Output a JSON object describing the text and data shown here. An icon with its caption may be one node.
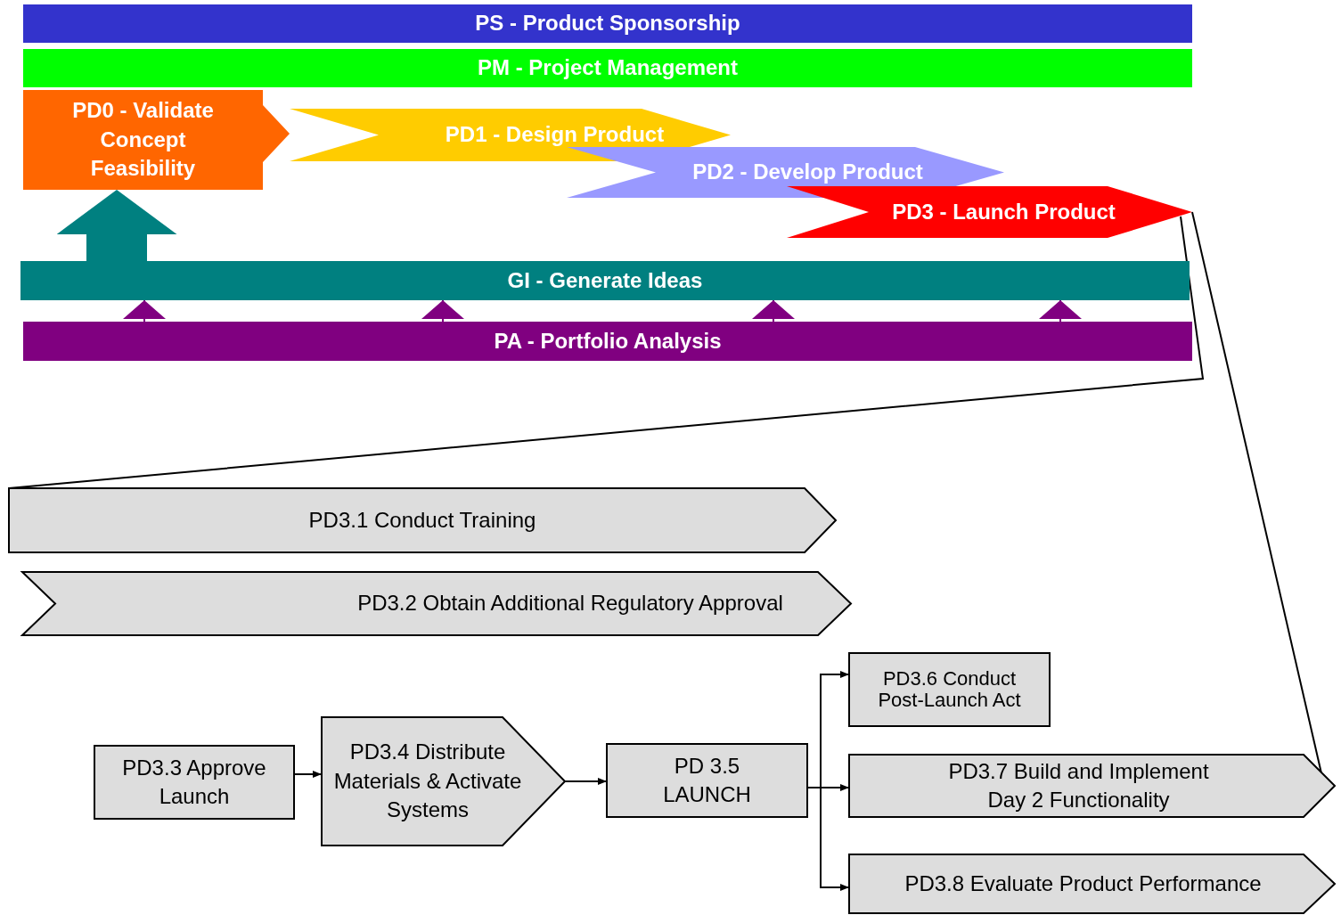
{
  "diagram": {
    "nodes": [
      {
        "text": [
          "PS - Product Sponsorship"
        ]
      },
      {
        "text": [
          "PM - Project Management"
        ]
      },
      {
        "text": [
          "PD0 - Validate Concept Feasibility"
        ]
      },
      {
        "text": [
          "PD1 - Design Product"
        ]
      },
      {
        "text": [
          "PD2 - Develop Product"
        ]
      },
      {
        "text": [
          "PD3 - Launch Product"
        ]
      },
      {
        "text": [
          "GI - Generate Ideas"
        ]
      },
      {
        "text": [
          "PA - Portfolio Analysis"
        ]
      },
      {
        "text": [
          "PD3.1 Conduct Training"
        ]
      },
      {
        "text": [
          "PD3.2 Obtain Additional Regulatory Approval"
        ]
      },
      {
        "text": [
          "PD3.3 Approve Launch"
        ]
      },
      {
        "text": [
          "PD3.4 Distribute Materials & Activate Systems"
        ]
      },
      {
        "text": [
          "PD 3.5 LAUNCH"
        ]
      },
      {
        "text": [
          "PD3.6 Conduct Post-Launch Act"
        ]
      },
      {
        "text": [
          "PD3.7 Build and Implement Day 2 Functionality"
        ]
      },
      {
        "text": [
          "PD3.8 Evaluate Product Performance"
        ]
      }
    ],
    "edges": [
      {
        "from": 6,
        "to": 2,
        "arrow": "to",
        "style": "thick",
        "color": "#008080"
      },
      {
        "from": 7,
        "to": 6,
        "arrow": "to",
        "color": "#800080"
      },
      {
        "from": 7,
        "to": 6,
        "arrow": "to",
        "color": "#800080"
      },
      {
        "from": 7,
        "to": 6,
        "arrow": "to",
        "color": "#800080"
      },
      {
        "from": 7,
        "to": 6,
        "arrow": "to",
        "color": "#800080"
      },
      {
        "from": 5,
        "to": 8,
        "arrow": "none"
      },
      {
        "from": 5,
        "to": 14,
        "arrow": "none"
      },
      {
        "from": 10,
        "to": 11,
        "arrow": "to"
      },
      {
        "from": 11,
        "to": 12,
        "arrow": "to"
      },
      {
        "from": 12,
        "to": 13,
        "arrow": "to"
      },
      {
        "from": 12,
        "to": 14,
        "arrow": "to"
      },
      {
        "from": 12,
        "to": 15,
        "arrow": "to"
      }
    ]
  }
}
